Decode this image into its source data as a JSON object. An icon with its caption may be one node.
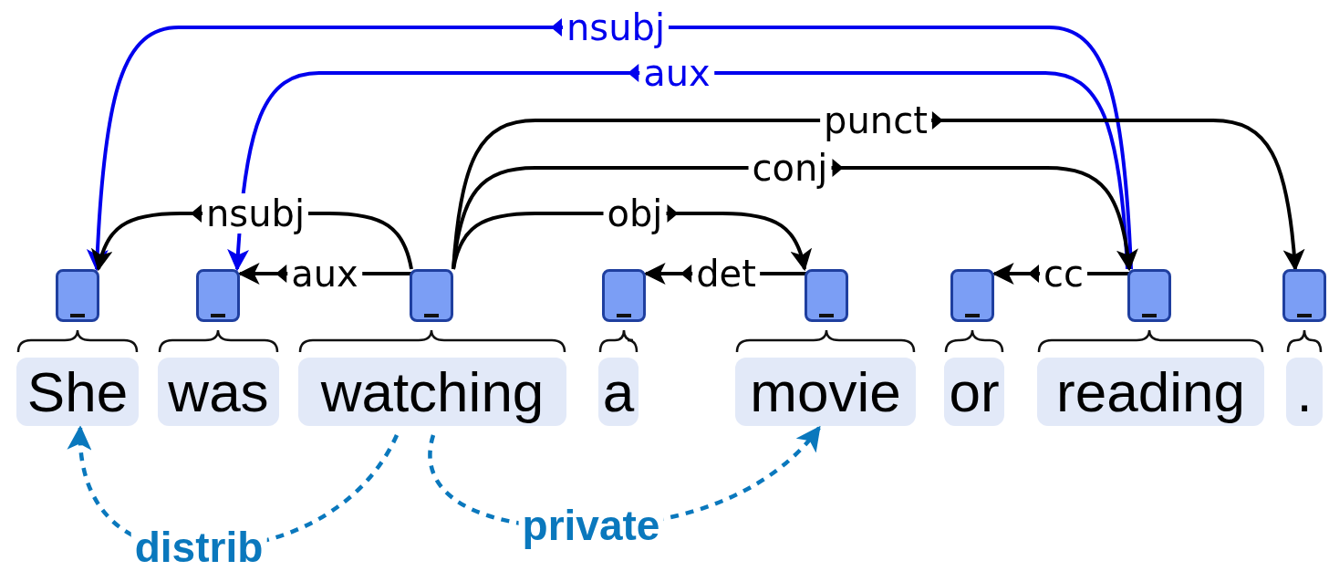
{
  "diagram": {
    "nodes": [
      {
        "text": [],
        "shape": "box"
      },
      {
        "text": [],
        "shape": "box"
      },
      {
        "text": [],
        "shape": "box"
      },
      {
        "text": [],
        "shape": "box"
      },
      {
        "text": [],
        "shape": "box"
      },
      {
        "text": [],
        "shape": "box"
      },
      {
        "text": [],
        "shape": "box"
      },
      {
        "text": [],
        "shape": "box"
      },
      {
        "text": [
          "She"
        ]
      },
      {
        "text": [
          "was"
        ]
      },
      {
        "text": [
          "watching"
        ]
      },
      {
        "text": [
          "a"
        ]
      },
      {
        "text": [
          "movie"
        ]
      },
      {
        "text": [
          "or"
        ]
      },
      {
        "text": [
          "reading"
        ]
      },
      {
        "text": [
          "."
        ]
      }
    ],
    "edges": [
      {
        "from": 6,
        "to": 0,
        "arrow": "to",
        "label": "nsubj",
        "color": "#0000ee"
      },
      {
        "from": 6,
        "to": 1,
        "arrow": "to",
        "label": "aux",
        "color": "#0000ee"
      },
      {
        "from": 2,
        "to": 7,
        "arrow": "to",
        "label": "punct"
      },
      {
        "from": 2,
        "to": 6,
        "arrow": "to",
        "label": "conj"
      },
      {
        "from": 2,
        "to": 0,
        "arrow": "to",
        "label": "nsubj"
      },
      {
        "from": 2,
        "to": 4,
        "arrow": "to",
        "label": "obj"
      },
      {
        "from": 2,
        "to": 1,
        "arrow": "to",
        "label": "aux"
      },
      {
        "from": 4,
        "to": 3,
        "arrow": "to",
        "label": "det"
      },
      {
        "from": 6,
        "to": 5,
        "arrow": "to",
        "label": "cc"
      },
      {
        "from": 10,
        "to": 8,
        "arrow": "to",
        "label": "distrib",
        "style": "dashed",
        "color": "#0a78bd"
      },
      {
        "from": 10,
        "to": 12,
        "arrow": "to",
        "label": "private",
        "style": "dashed",
        "color": "#0a78bd"
      }
    ]
  }
}
